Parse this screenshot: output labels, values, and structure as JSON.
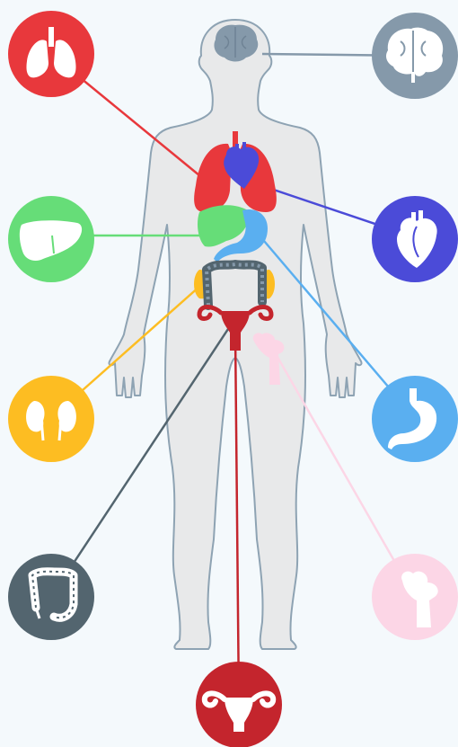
{
  "colors": {
    "background": "#f4f9fc",
    "body_fill": "#e8e9ea",
    "body_outline": "#8ea3b3",
    "lungs": "#e8383c",
    "brain": "#8599aa",
    "heart": "#4b4bd8",
    "liver": "#66dd78",
    "stomach": "#5aaff0",
    "kidneys": "#fdbd22",
    "intestines": "#53656f",
    "bone": "#fcd6e6",
    "uterus": "#c4252d"
  },
  "organs": [
    {
      "key": "lungs",
      "icon": "lungs-icon",
      "side": "left",
      "color": "#e8383c"
    },
    {
      "key": "brain",
      "icon": "brain-icon",
      "side": "right",
      "color": "#8599aa"
    },
    {
      "key": "liver",
      "icon": "liver-icon",
      "side": "left",
      "color": "#66dd78"
    },
    {
      "key": "heart",
      "icon": "heart-icon",
      "side": "right",
      "color": "#4b4bd8"
    },
    {
      "key": "kidneys",
      "icon": "kidneys-icon",
      "side": "left",
      "color": "#fdbd22"
    },
    {
      "key": "stomach",
      "icon": "stomach-icon",
      "side": "right",
      "color": "#5aaff0"
    },
    {
      "key": "intestines",
      "icon": "intestines-icon",
      "side": "left",
      "color": "#53656f"
    },
    {
      "key": "bone",
      "icon": "femur-bone-icon",
      "side": "right",
      "color": "#fcd6e6"
    },
    {
      "key": "uterus",
      "icon": "uterus-icon",
      "side": "bottom",
      "color": "#c4252d"
    }
  ]
}
